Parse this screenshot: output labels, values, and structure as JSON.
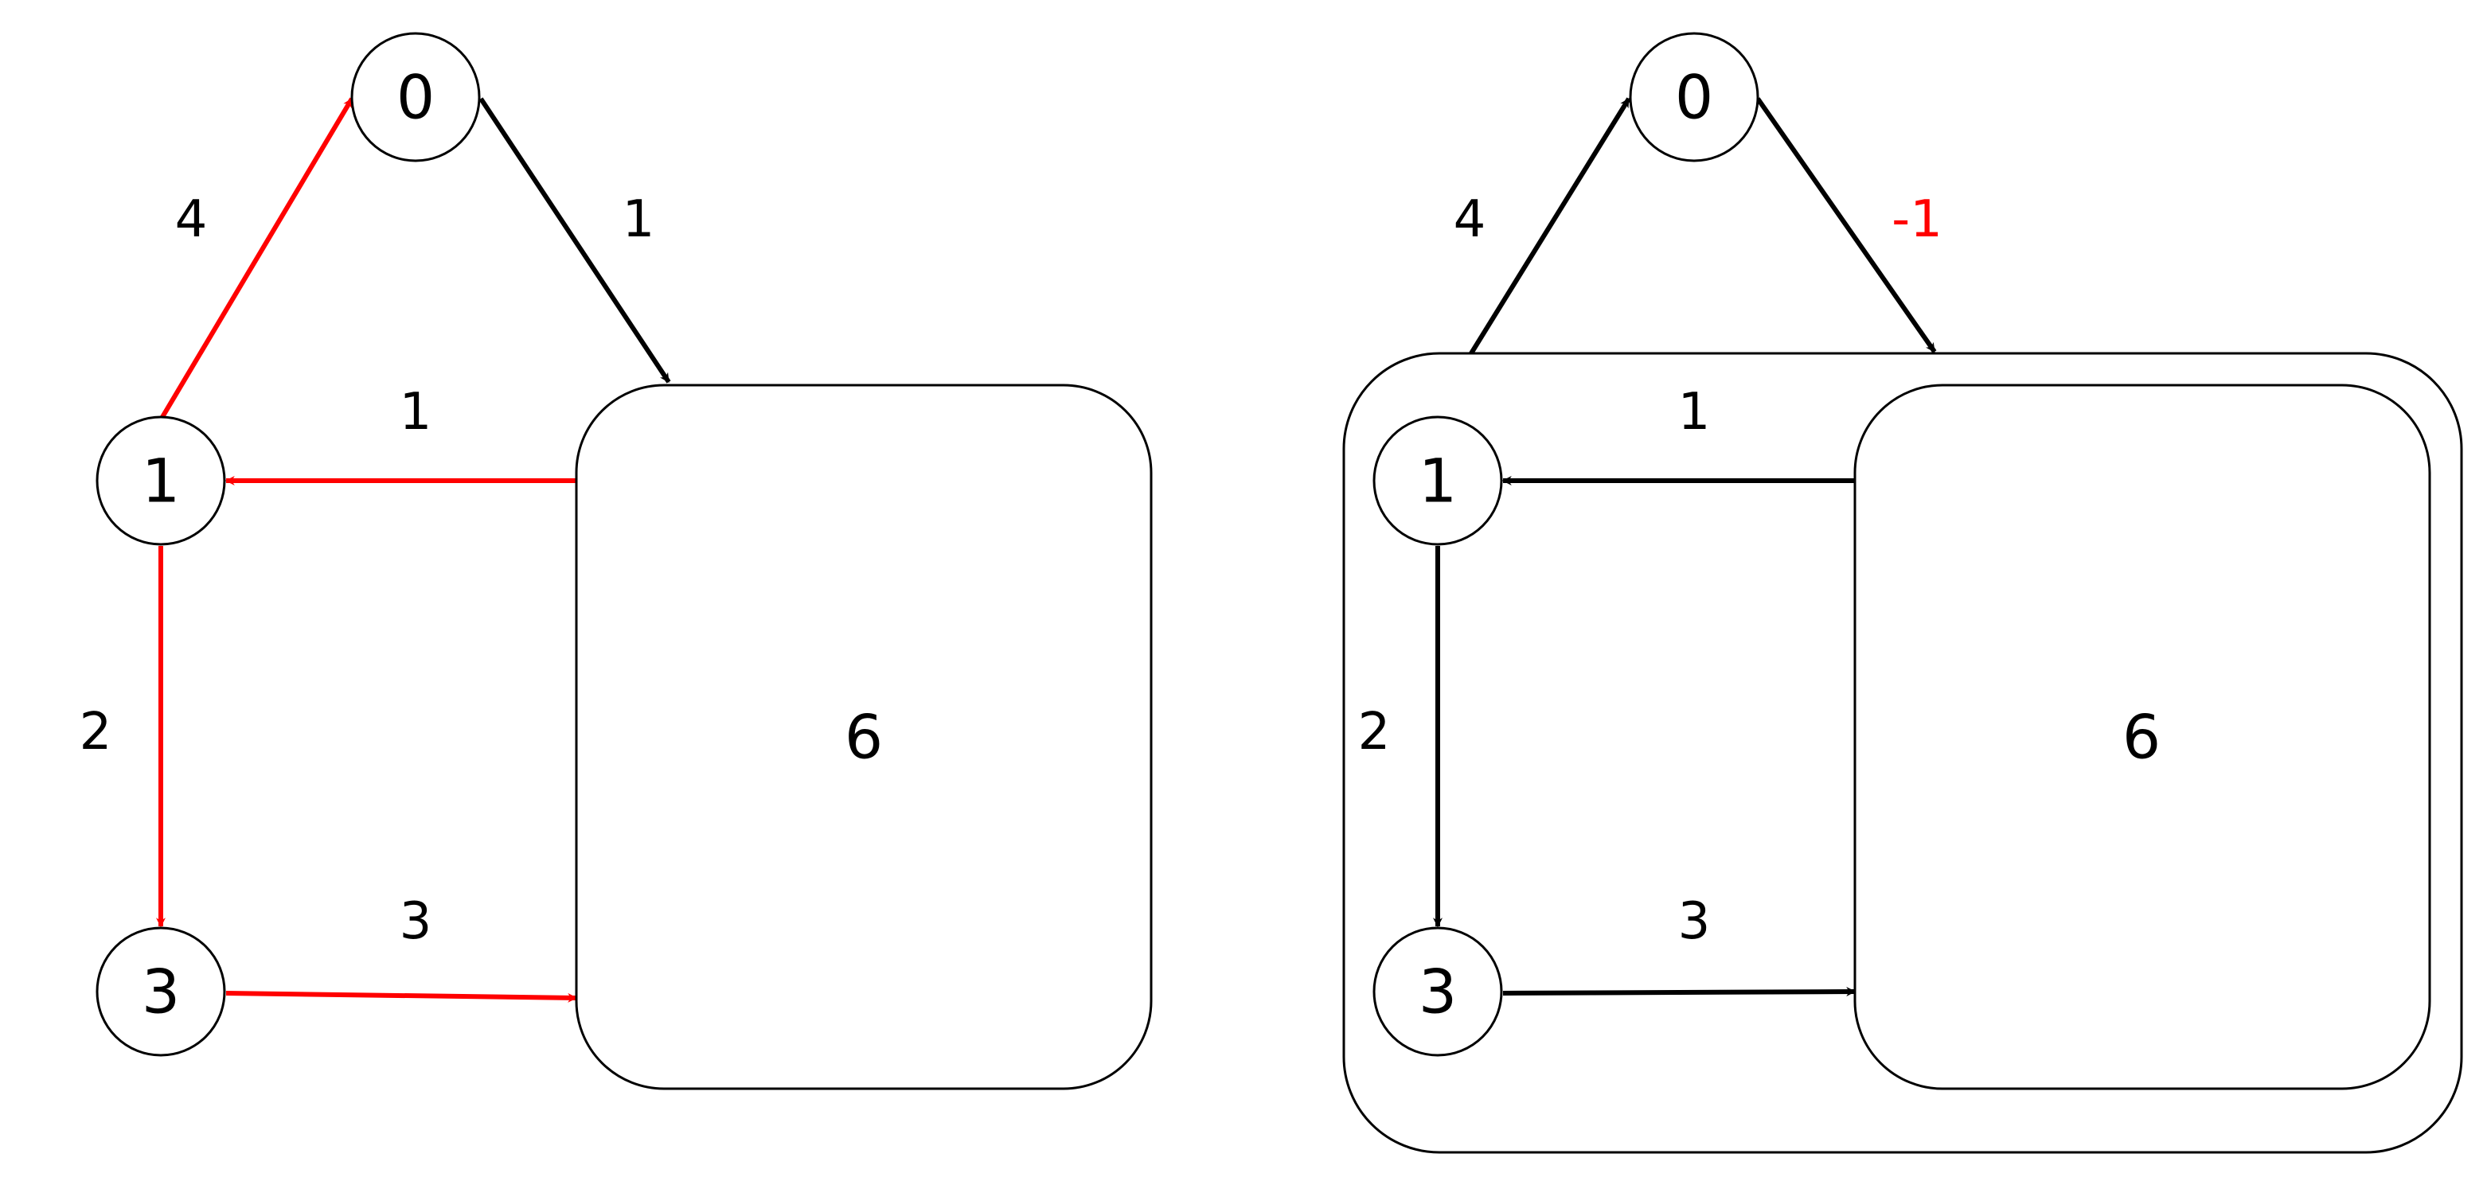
{
  "colors": {
    "default": "#000000",
    "highlight": "#ff0000"
  },
  "panels": [
    {
      "nodes": {
        "n0": "0",
        "n1": "1",
        "n3": "3"
      },
      "box_label": "6",
      "edges": [
        {
          "from": "1",
          "to": "0",
          "weight": "4",
          "highlighted": true
        },
        {
          "from": "0",
          "to": "6",
          "weight": "1",
          "highlighted": false
        },
        {
          "from": "6",
          "to": "1",
          "weight": "1",
          "highlighted": true
        },
        {
          "from": "1",
          "to": "3",
          "weight": "2",
          "highlighted": true
        },
        {
          "from": "3",
          "to": "6",
          "weight": "3",
          "highlighted": true
        }
      ]
    },
    {
      "nodes": {
        "n0": "0",
        "n1": "1",
        "n3": "3"
      },
      "box_label": "6",
      "edges": [
        {
          "from": "group",
          "to": "0",
          "weight": "4",
          "highlighted": false
        },
        {
          "from": "0",
          "to": "group",
          "weight": "-1",
          "highlighted": false,
          "weight_highlighted": true
        },
        {
          "from": "6",
          "to": "1",
          "weight": "1",
          "highlighted": false
        },
        {
          "from": "1",
          "to": "3",
          "weight": "2",
          "highlighted": false
        },
        {
          "from": "3",
          "to": "6",
          "weight": "3",
          "highlighted": false
        }
      ]
    }
  ]
}
